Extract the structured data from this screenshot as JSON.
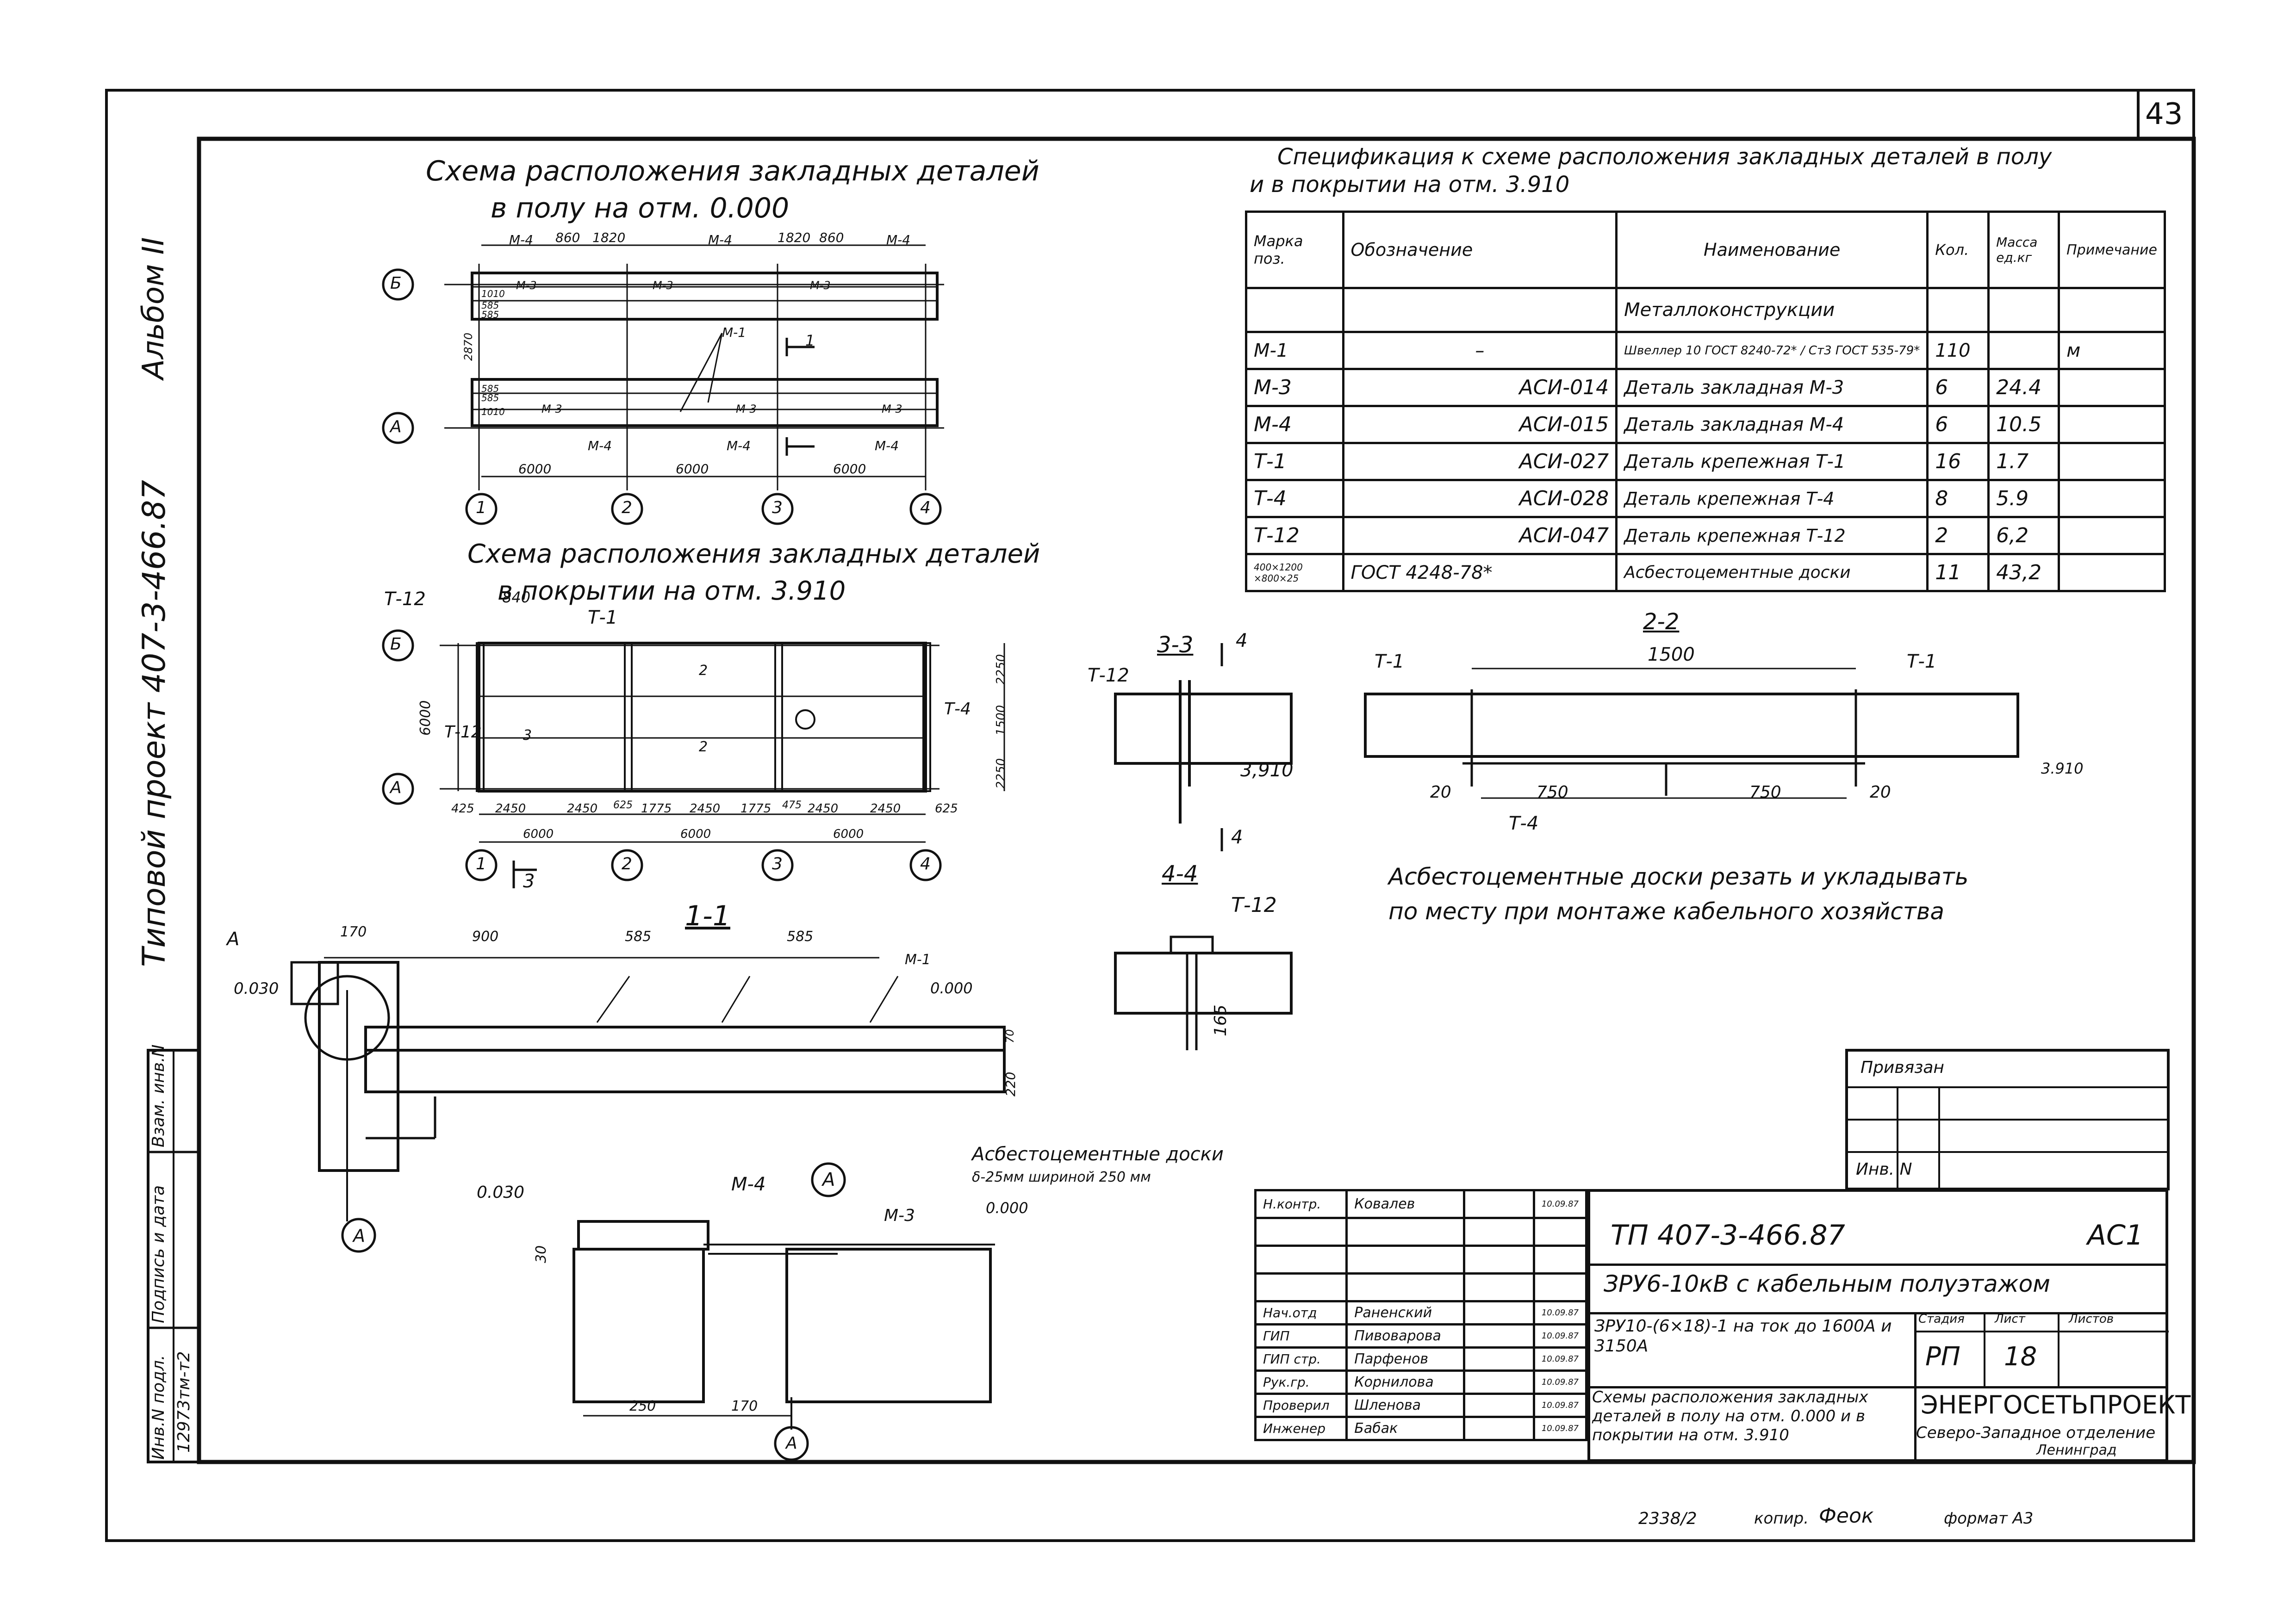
{
  "sheet": {
    "number": "43",
    "album": "Альбом II",
    "project": "Типовой проект 407-3-466.87",
    "bottom_note": "2338/2",
    "copied": "копир.",
    "copied_sign": "Феок",
    "format": "формат А3"
  },
  "left_stamp": {
    "cols": [
      "Инв.N подл.",
      "Подпись и дата",
      "Взам. инв.N"
    ],
    "inv": "12973тм-т2"
  },
  "plan_floor": {
    "title1": "Схема расположения закладных деталей",
    "title2": "в полу на отм. 0.000",
    "axes_rows": [
      "Б",
      "А"
    ],
    "axes_cols": [
      "1",
      "2",
      "3",
      "4"
    ],
    "dims_top": [
      "860",
      "1820",
      "1820",
      "860"
    ],
    "dims_bottom": [
      "6000",
      "6000",
      "6000"
    ],
    "dims_side": [
      "1010",
      "585",
      "585",
      "2870",
      "585",
      "585",
      "1010"
    ],
    "labels": [
      "М-4",
      "М-4",
      "М-4",
      "М-3",
      "М-3",
      "М-3",
      "М-1",
      "М-3",
      "М-3",
      "М-3",
      "М-4",
      "М-4",
      "М-4"
    ],
    "section": "1"
  },
  "plan_roof": {
    "title1": "Схема расположения закладных деталей",
    "title2": "в покрытии на отм. 3.910",
    "axes_rows": [
      "Б",
      "А"
    ],
    "axes_cols": [
      "1",
      "2",
      "3",
      "4"
    ],
    "labels": [
      "Т-12",
      "Т-1",
      "Т-12",
      "Т-4",
      "2",
      "2",
      "3"
    ],
    "dim_top": "840",
    "dim_left": "6000",
    "dims_right": [
      "2250",
      "1500",
      "2250"
    ],
    "dims_bottom1": [
      "425",
      "2450",
      "2450",
      "625",
      "1775",
      "2450",
      "1775",
      "475",
      "2450",
      "2450",
      "625"
    ],
    "dims_bottom2": [
      "6000",
      "6000",
      "6000"
    ],
    "section": "3"
  },
  "section_11": {
    "title": "1-1",
    "labels": [
      "А",
      "М-1",
      "0.030",
      "0.000"
    ],
    "dims": [
      "170",
      "900",
      "585",
      "585",
      "70",
      "220"
    ],
    "axis": "А"
  },
  "node_a": {
    "title": "А",
    "labels": [
      "0.030",
      "М-4",
      "М-3",
      "0.000"
    ],
    "note1": "Асбестоцементные доски",
    "note2": "δ-25мм шириной 250 мм",
    "dims": [
      "30",
      "250",
      "170"
    ],
    "axis": "А"
  },
  "section_33": {
    "title": "3-3",
    "labels": [
      "Т-12",
      "4",
      "4",
      "3,910"
    ]
  },
  "section_44": {
    "title": "4-4",
    "labels": [
      "Т-12",
      "165"
    ]
  },
  "section_22": {
    "title": "2-2",
    "labels": [
      "Т-1",
      "Т-1",
      "Т-4",
      "3.910"
    ],
    "dims": [
      "1500",
      "20",
      "750",
      "750",
      "20"
    ],
    "note1": "Асбестоцементные доски резать и укладывать",
    "note2": "по месту при монтаже кабельного хозяйства"
  },
  "spec": {
    "title1": "Спецификация к схеме расположения закладных деталей в полу",
    "title2": "и в покрытии на отм. 3.910",
    "headers": [
      "Марка поз.",
      "Обозначение",
      "Наименование",
      "Кол.",
      "Масса ед.кг",
      "Примечание"
    ],
    "group": "Металлоконструкции",
    "rows": [
      {
        "mark": "М-1",
        "doc": "–",
        "name": "Швеллер 10 ГОСТ 8240-72* / Ст3 ГОСТ 535-79*",
        "qty": "110",
        "mass": "",
        "note": "м"
      },
      {
        "mark": "М-3",
        "doc": "АСИ-014",
        "name": "Деталь закладная М-3",
        "qty": "6",
        "mass": "24.4",
        "note": ""
      },
      {
        "mark": "М-4",
        "doc": "АСИ-015",
        "name": "Деталь закладная М-4",
        "qty": "6",
        "mass": "10.5",
        "note": ""
      },
      {
        "mark": "Т-1",
        "doc": "АСИ-027",
        "name": "Деталь крепежная Т-1",
        "qty": "16",
        "mass": "1.7",
        "note": ""
      },
      {
        "mark": "Т-4",
        "doc": "АСИ-028",
        "name": "Деталь крепежная Т-4",
        "qty": "8",
        "mass": "5.9",
        "note": ""
      },
      {
        "mark": "Т-12",
        "doc": "АСИ-047",
        "name": "Деталь крепежная Т-12",
        "qty": "2",
        "mass": "6,2",
        "note": ""
      },
      {
        "mark": "400×1200 ×800×25",
        "doc": "ГОСТ 4248-78*",
        "name": "Асбестоцементные доски",
        "qty": "11",
        "mass": "43,2",
        "note": ""
      }
    ]
  },
  "bind_block": {
    "label1": "Привязан",
    "label2": "Инв. N"
  },
  "title_block": {
    "code": "ТП 407-3-466.87",
    "mark": "АС1",
    "object": "ЗРУ6-10кВ с кабельным полуэтажом",
    "sub": "ЗРУ10-(6×18)-1 на ток до 1600А и 3150А",
    "sheet_title": "Схемы расположения закладных деталей в полу на отм. 0.000 и в покрытии на отм. 3.910",
    "stage_h": "Стадия",
    "sheet_h": "Лист",
    "sheets_h": "Листов",
    "stage": "РП",
    "sheet": "18",
    "org1": "ЭНЕРГОСЕТЬПРОЕКТ",
    "org2": "Северо-Западное отделение",
    "org3": "Ленинград",
    "people": [
      {
        "role": "Н.контр.",
        "name": "Ковалев",
        "date": "10.09.87"
      },
      {
        "role": "Нач.отд",
        "name": "Раненский",
        "date": "10.09.87"
      },
      {
        "role": "ГИП",
        "name": "Пивоварова",
        "date": "10.09.87"
      },
      {
        "role": "ГИП стр.",
        "name": "Парфенов",
        "date": "10.09.87"
      },
      {
        "role": "Рук.гр.",
        "name": "Корнилова",
        "date": "10.09.87"
      },
      {
        "role": "Проверил",
        "name": "Шленова",
        "date": "10.09.87"
      },
      {
        "role": "Инженер",
        "name": "Бабак",
        "date": "10.09.87"
      }
    ]
  }
}
